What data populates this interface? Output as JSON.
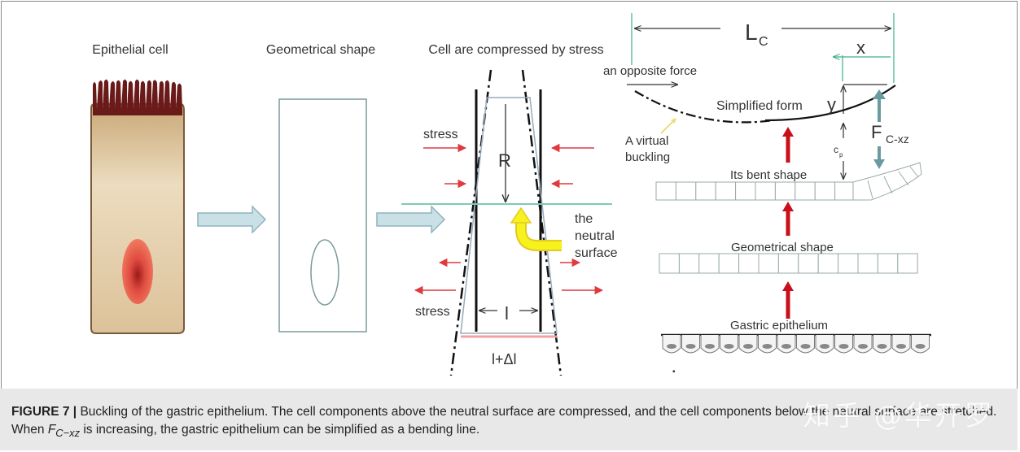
{
  "panels": {
    "epithelial_title": "Epithelial cell",
    "geometrical_title": "Geometrical shape",
    "compressed_title": "Cell are compressed by stress"
  },
  "compression": {
    "stress_top": "stress",
    "stress_bottom": "stress",
    "r": "R",
    "l": "l",
    "l_delta": "l+Δl",
    "neutral_1": "the",
    "neutral_2": "neutral",
    "neutral_3": "surface"
  },
  "buckling": {
    "lc": "L",
    "lc_sub": "C",
    "x": "x",
    "y": "y",
    "opposite_force": "an opposite force",
    "simplified_form": "Simplified form",
    "virtual_1": "A virtual",
    "virtual_2": "buckling",
    "f": "F",
    "f_sub": "C-xz",
    "cp": "c",
    "cp_sub": "p",
    "bent_shape": "Its bent shape",
    "geometrical_shape": "Geometrical shape",
    "gastric_epithelium": "Gastric epithelium"
  },
  "caption": {
    "label": "FIGURE 7 |",
    "text_1": " Buckling of the gastric epithelium. The cell components above the neutral surface are compressed, and the cell components below the neutral surface are stretched. When ",
    "var": "F",
    "var_sub": "C−xz",
    "text_2": " is increasing, the gastric epithelium can be simplified as a bending line."
  },
  "watermark": "知乎 @华开罗",
  "colors": {
    "arrow_fill": "#c9e0e6",
    "arrow_stroke": "#8fb3bd",
    "red": "#e0393e",
    "dark_red": "#c8101a",
    "yellow": "#f2f20a",
    "green": "#7ecbb2",
    "cell_body": "#e9d4b0",
    "cell_border": "#7a5a3a",
    "cilia": "#6b1a1a"
  }
}
